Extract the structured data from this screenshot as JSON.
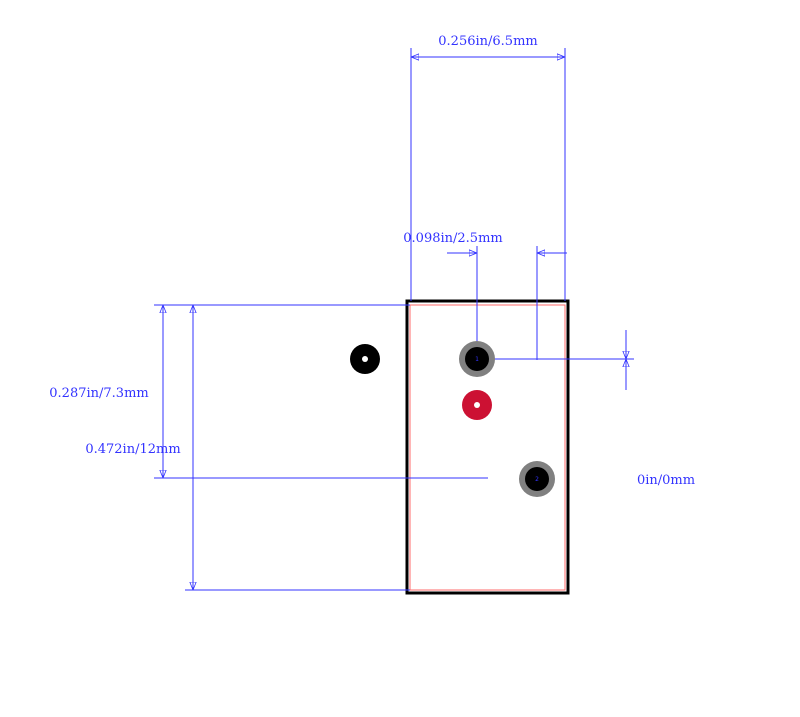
{
  "colors": {
    "dimension": "#3333ff",
    "outline": "#000000",
    "courtyard": "#ff6b6b",
    "pad_ring": "#808080",
    "pad_hole": "#000000",
    "marker_red": "#cc1133",
    "marker_dot": "#ffffff"
  },
  "dimensions": {
    "top_width": "0.256in/6.5mm",
    "pin_offset": "0.098in/2.5mm",
    "pin_row_height": "0.287in/7.3mm",
    "body_height": "0.472in/12mm",
    "right_offset": "0in/0mm"
  },
  "pads": {
    "pin1": "1",
    "pin2": "2"
  }
}
